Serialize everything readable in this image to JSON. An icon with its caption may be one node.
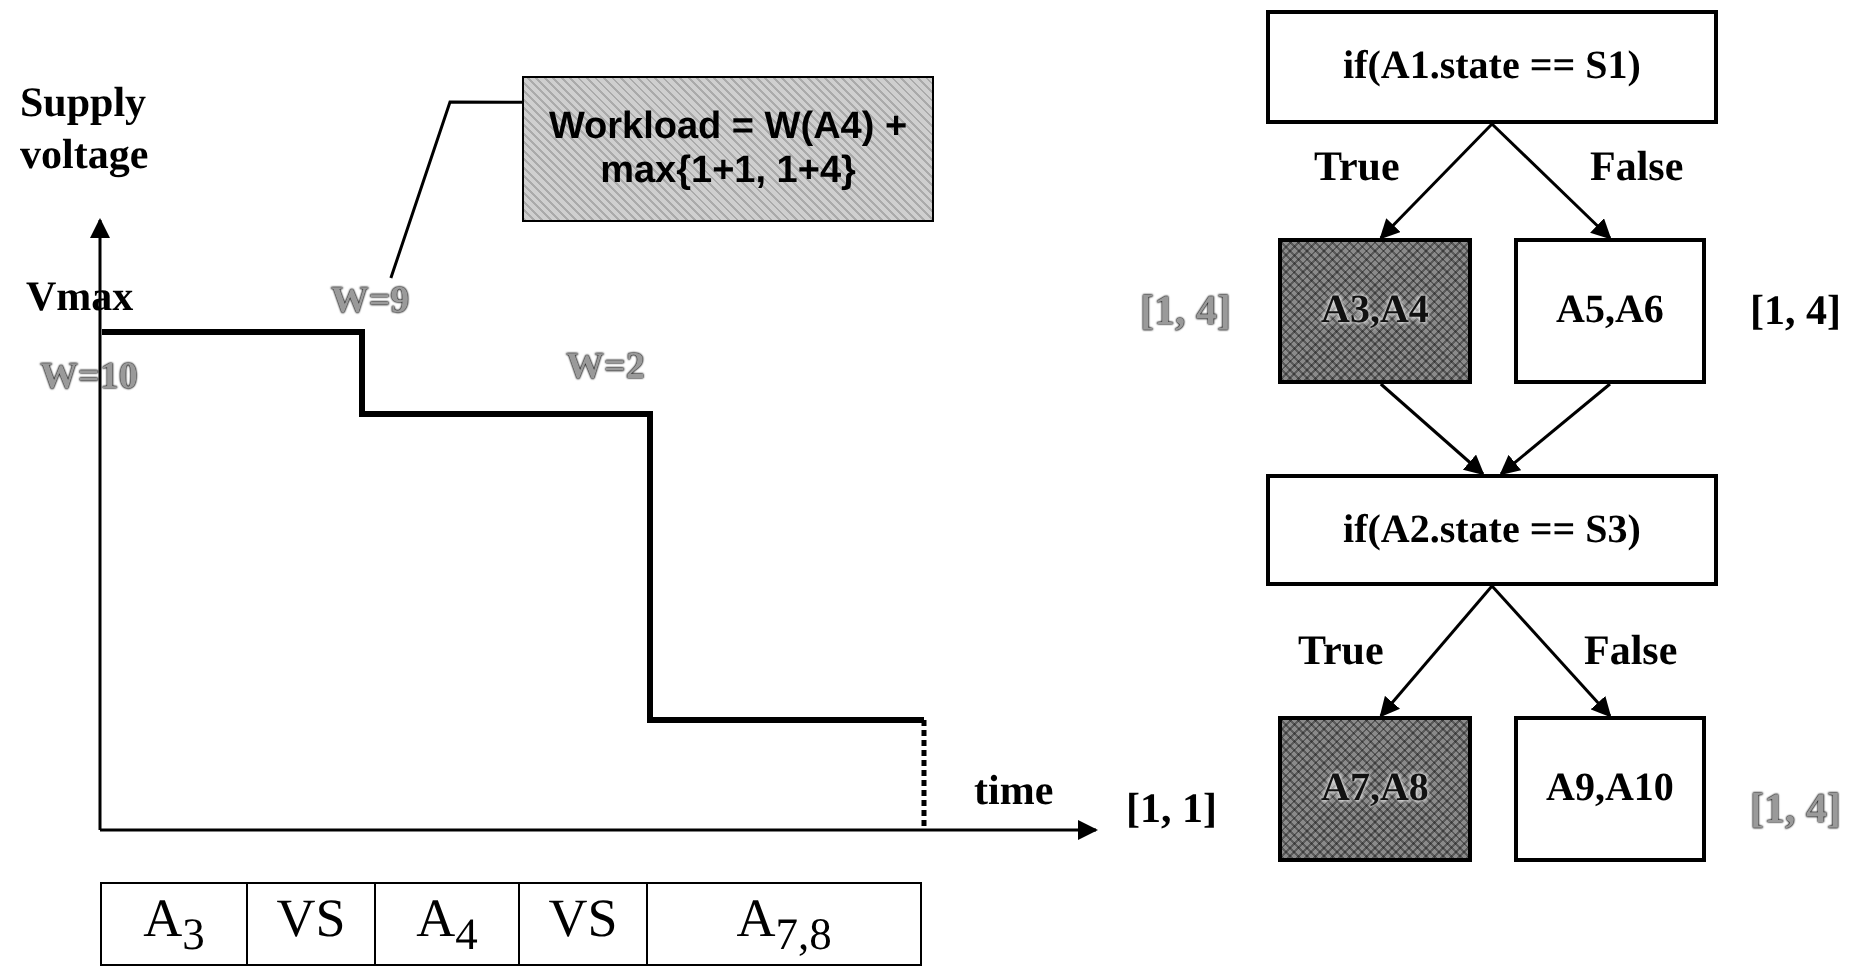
{
  "diagram": {
    "nodes": [
      {
        "text": [
          "Workload = W(A4) + max{1+1, 1+4}"
        ]
      },
      {
        "text": [
          "W=9"
        ]
      },
      {
        "text": [
          "if(A1.state == S1)"
        ]
      },
      {
        "text": [
          "A3,A4"
        ],
        "beside": [
          "[1, 4]"
        ]
      },
      {
        "text": [
          "A5,A6"
        ],
        "beside": [
          "[1, 4]"
        ]
      },
      {
        "text": [
          "if(A2.state == S3)"
        ]
      },
      {
        "text": [
          "A7,A8"
        ],
        "beside": [
          "[1, 1]"
        ]
      },
      {
        "text": [
          "A9,A10"
        ],
        "beside": [
          "[1, 4]"
        ]
      }
    ],
    "edges": [
      {
        "from": 0,
        "to": 1,
        "arrow": "none"
      },
      {
        "from": 2,
        "to": 3,
        "arrow": "to",
        "label": "True"
      },
      {
        "from": 2,
        "to": 4,
        "arrow": "to",
        "label": "False"
      },
      {
        "from": 3,
        "to": 5,
        "arrow": "to"
      },
      {
        "from": 4,
        "to": 5,
        "arrow": "to"
      },
      {
        "from": 5,
        "to": 6,
        "arrow": "to",
        "label": "True"
      },
      {
        "from": 5,
        "to": 7,
        "arrow": "to",
        "label": "False"
      }
    ],
    "labels": [
      "Supply voltage",
      "Vmax",
      "W=10",
      "W=2",
      "time",
      "A$_{3}$",
      "VS",
      "A$_{4}$",
      "VS",
      "A$_{7,8}$"
    ]
  }
}
